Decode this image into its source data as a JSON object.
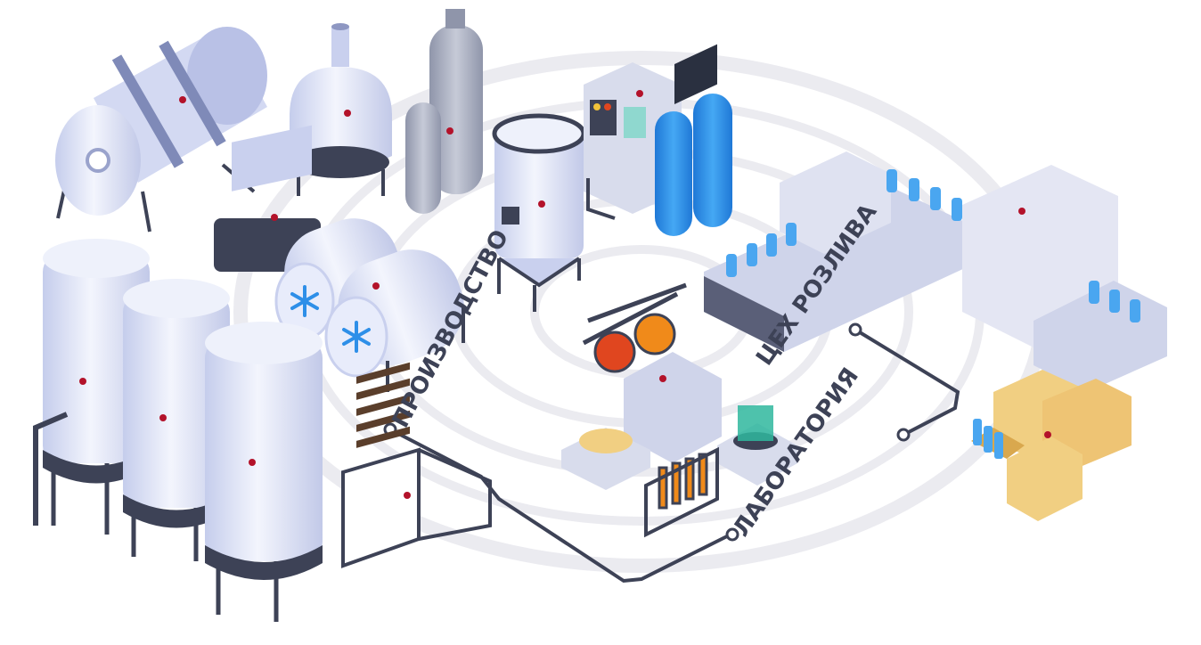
{
  "labels": {
    "production": "ПРОИЗВОДСТВО",
    "bottling": "ЦЕХ РОЗЛИВА",
    "laboratory": "ЛАБОРАТОРИЯ"
  },
  "colors": {
    "tank_light": "#e8ecfb",
    "tank_mid": "#c9d0ee",
    "tank_dark": "#8e97c2",
    "steel_dark": "#3d4256",
    "blue_tank": "#2e8fe8",
    "bottle_blue": "#4aa6f0",
    "box_tan": "#f1cf82",
    "box_dark": "#d9a84e",
    "flask_red": "#e0461f",
    "flask_orange": "#f08a1a",
    "flask_green": "#2fb79e",
    "line": "#3d4256",
    "hotspot": "#b3122a",
    "watermark": "#e9e9ee"
  },
  "icons": [
    "snowflake-icon",
    "snowflake-icon"
  ]
}
